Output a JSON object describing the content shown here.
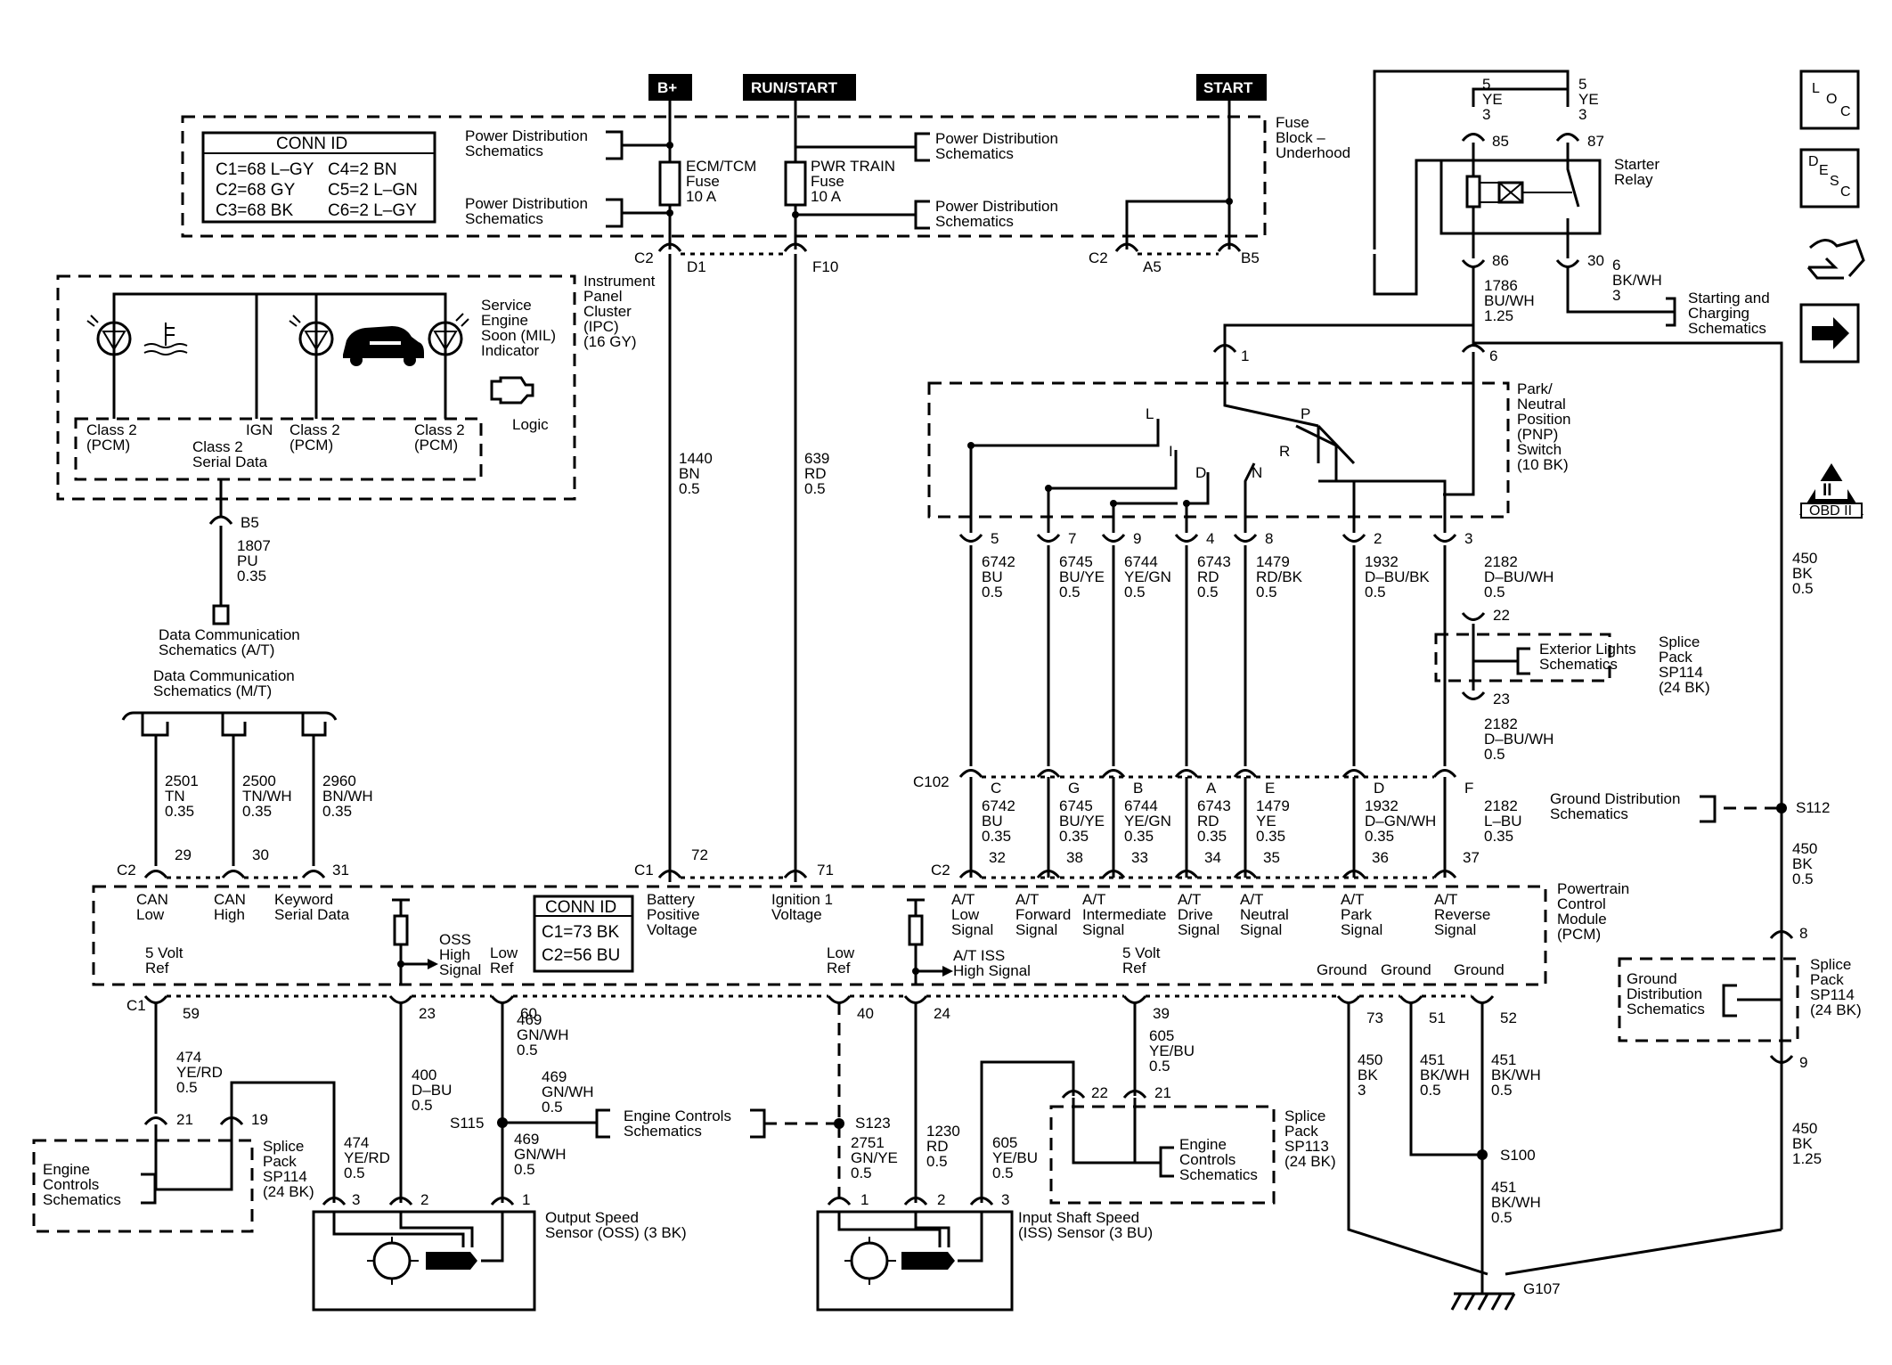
{
  "power": {
    "bplus": "B+",
    "run_start": "RUN/START",
    "start": "START"
  },
  "conn_id_top": {
    "title": "CONN ID",
    "rows": [
      "C1=68 L–GY",
      "C2=68 GY",
      "C3=68 BK",
      "C4=2 BN",
      "C5=2 L–GN",
      "C6=2 L–GY"
    ]
  },
  "conn_id_pcm": {
    "title": "CONN ID",
    "rows": [
      "C1=73 BK",
      "C2=56 BU"
    ]
  },
  "fuse_block": {
    "label": "Fuse\nBlock –\nUnderhood",
    "ecm_fuse": "ECM/TCM\nFuse\n10 A",
    "pwr_fuse": "PWR TRAIN\nFuse\n10 A",
    "pds": "Power Distribution\nSchematics"
  },
  "ipc": {
    "label": "Instrument\nPanel\nCluster\n(IPC)\n(16 GY)",
    "mil": "Service\nEngine\nSoon (MIL)\nIndicator",
    "logic": "Logic",
    "class2_a": "Class 2\n(PCM)",
    "class2_b": "Class 2\n(PCM)",
    "class2_c": "Class 2\n(PCM)",
    "ign": "IGN",
    "serial": "Class 2\nSerial Data"
  },
  "connectors": {
    "c2": "C2",
    "c1": "C1",
    "d1": "D1",
    "f10": "F10",
    "a5": "A5",
    "b5": "B5",
    "c102": "C102"
  },
  "wires": {
    "w1807": "1807\nPU\n0.35",
    "w1440": "1440\nBN\n0.5",
    "w639": "639\nRD\n0.5",
    "w1786": "1786\nBU/WH\n1.25",
    "w6": "6\nBK/WH\n3",
    "w2501": "2501\nTN\n0.35",
    "w2500": "2500\nTN/WH\n0.35",
    "w2960": "2960\nBN/WH\n0.35",
    "w450a": "450\nBK\n0.5",
    "w450b": "450\nBK\n0.5",
    "w450c": "450\nBK\n1.25",
    "w450d": "450\nBK\n3",
    "w451a": "451\nBK/WH\n0.5",
    "w451b": "451\nBK/WH\n0.5",
    "w451c": "451\nBK/WH\n0.5",
    "w474a": "474\nYE/RD\n0.5",
    "w474b": "474\nYE/RD\n0.5",
    "w400": "400\nD–BU\n0.5",
    "w469a": "469\nGN/WH\n0.5",
    "w469b": "469\nGN/WH\n0.5",
    "w469c": "469\nGN/WH\n0.5",
    "w2751": "2751\nGN/YE\n0.5",
    "w1230": "1230\nRD\n0.5",
    "w605a": "605\nYE/BU\n0.5",
    "w605b": "605\nYE/BU\n0.5",
    "w2182a": "2182\nD–BU/WH\n0.5",
    "w2182b": "2182\nD–BU/WH\n0.5",
    "w2182c": "2182\nL–BU\n0.35",
    "relay_5ye_a": "5\nYE\n3",
    "relay_5ye_b": "5\nYE\n3"
  },
  "pnp_upper": [
    {
      "pin": "5",
      "wire": "6742\nBU\n0.5"
    },
    {
      "pin": "7",
      "wire": "6745\nBU/YE\n0.5"
    },
    {
      "pin": "9",
      "wire": "6744\nYE/GN\n0.5"
    },
    {
      "pin": "4",
      "wire": "6743\nRD\n0.5"
    },
    {
      "pin": "8",
      "wire": "1479\nRD/BK\n0.5"
    },
    {
      "pin": "2",
      "wire": "1932\nD–BU/BK\n0.5"
    },
    {
      "pin": "3"
    }
  ],
  "pnp_lower": [
    {
      "pin": "C",
      "wire": "6742\nBU\n0.35",
      "pcm": "32"
    },
    {
      "pin": "G",
      "wire": "6745\nBU/YE\n0.35",
      "pcm": "38"
    },
    {
      "pin": "B",
      "wire": "6744\nYE/GN\n0.35",
      "pcm": "33"
    },
    {
      "pin": "A",
      "wire": "6743\nRD\n0.35",
      "pcm": "34"
    },
    {
      "pin": "E",
      "wire": "1479\nYE\n0.35",
      "pcm": "35"
    },
    {
      "pin": "D",
      "wire": "1932\nD–GN/WH\n0.35",
      "pcm": "36"
    },
    {
      "pin": "F",
      "pcm": "37"
    }
  ],
  "pnp": {
    "label": "Park/\nNeutral\nPosition\n(PNP)\nSwitch\n(10 BK)",
    "pos": [
      "L",
      "I",
      "D",
      "P",
      "R",
      "N"
    ],
    "top_pins": [
      "1",
      "6"
    ]
  },
  "relay": {
    "label": "Starter\nRelay",
    "pins": [
      "85",
      "87",
      "86",
      "30"
    ],
    "starting": "Starting and\nCharging\nSchematics"
  },
  "pcm": {
    "label": "Powertrain\nControl\nModule\n(PCM)",
    "signals": [
      "CAN\nLow",
      "CAN\nHigh",
      "Keyword\nSerial Data",
      "Battery\nPositive\nVoltage",
      "Ignition 1\nVoltage",
      "A/T\nLow\nSignal",
      "A/T\nForward\nSignal",
      "A/T\nIntermediate\nSignal",
      "A/T\nDrive\nSignal",
      "A/T\nNeutral\nSignal",
      "A/T\nPark\nSignal",
      "A/T\nReverse\nSignal"
    ],
    "low": [
      "5 Volt\nRef",
      "OSS\nHigh\nSignal",
      "Low\nRef",
      "Low\nRef",
      "A/T ISS\nHigh Signal",
      "5 Volt\nRef",
      "Ground",
      "Ground",
      "Ground"
    ],
    "pins_top": [
      "29",
      "30",
      "31",
      "72",
      "71"
    ],
    "pins_bot": [
      "59",
      "23",
      "60",
      "40",
      "24",
      "39",
      "73",
      "51",
      "52"
    ]
  },
  "dc": {
    "at": "Data Communication\nSchematics (A/T)",
    "mt": "Data Communication\nSchematics (M/T)"
  },
  "splices": {
    "sp114_top": "Splice\nPack\nSP114\n(24 BK)",
    "ext": "Exterior Lights\nSchematics",
    "sp114_right": "Splice\nPack\nSP114\n(24 BK)",
    "gds": "Ground\nDistribution\nSchematics",
    "gds_top": "Ground Distribution\nSchematics",
    "sp114_left": "Splice\nPack\nSP114\n(24 BK)",
    "ecs_left": "Engine\nControls\nSchematics",
    "ecs_mid": "Engine Controls\nSchematics",
    "sp113": "Splice\nPack\nSP113\n(24 BK)",
    "ecs_right": "Engine\nControls\nSchematics",
    "s112": "S112",
    "s115": "S115",
    "s123": "S123",
    "s100": "S100",
    "g107": "G107"
  },
  "sensors": {
    "oss": "Output Speed\nSensor (OSS) (3 BK)",
    "iss": "Input Shaft Speed\n(ISS) Sensor (3 BU)"
  },
  "misc_pins": {
    "p22": "22",
    "p23": "23",
    "p8": "8",
    "p9": "9",
    "p21": "21",
    "p19": "19",
    "p22b": "22",
    "p21b": "21",
    "p1": "1",
    "p2": "2",
    "p3": "3"
  },
  "nav": {
    "loc": "L O C",
    "desc": "D E S C",
    "obd": "OBD II"
  }
}
